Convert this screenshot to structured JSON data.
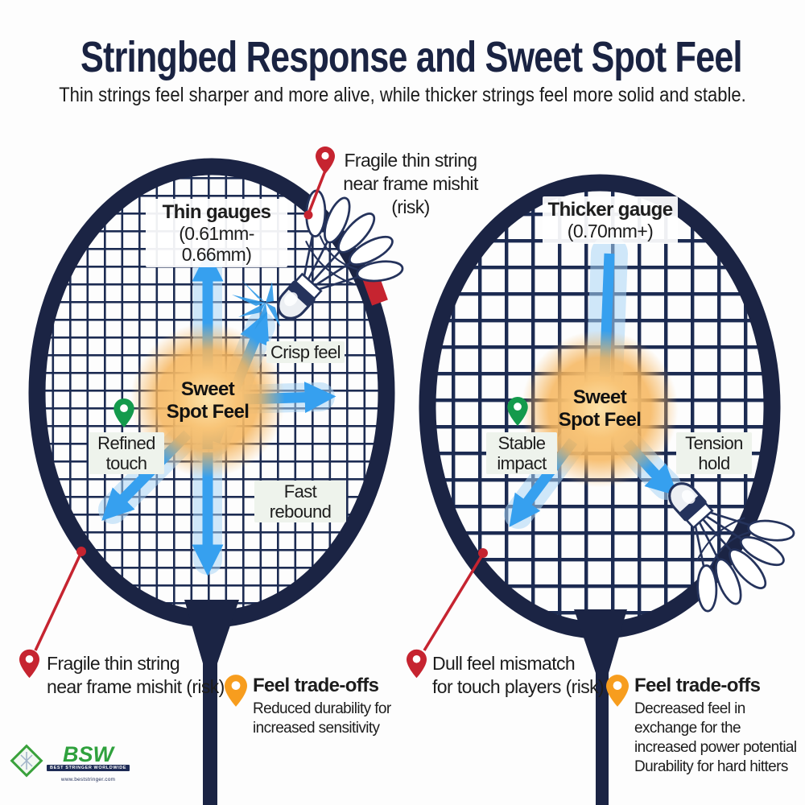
{
  "header": {
    "title": "Stringbed Response and Sweet Spot Feel",
    "subtitle": "Thin strings feel sharper and more alive, while thicker strings feel more solid and stable."
  },
  "left": {
    "gauge_title": "Thin gauges",
    "gauge_range": "(0.61mm-0.66mm)",
    "sweet_line1": "Sweet",
    "sweet_line2": "Spot Feel",
    "crisp": "Crisp feel",
    "refined1": "Refined",
    "refined2": "touch",
    "fast1": "Fast",
    "fast2": "rebound",
    "top_risk1": "Fragile thin string",
    "top_risk2": "near frame mishit",
    "top_risk3": "(risk)",
    "bottom_risk1": "Fragile thin string",
    "bottom_risk2": "near frame mishit (risk)",
    "tradeoff_title": "Feel trade-offs",
    "tradeoff_desc1": "Reduced durability for",
    "tradeoff_desc2": "increased sensitivity"
  },
  "right": {
    "gauge_title": "Thicker gauge",
    "gauge_range": "(0.70mm+)",
    "sweet_line1": "Sweet",
    "sweet_line2": "Spot Feel",
    "stable1": "Stable",
    "stable2": "impact",
    "tension1": "Tension",
    "tension2": "hold",
    "risk1": "Dull feel mismatch",
    "risk2": "for touch players (risk)",
    "tradeoff_title": "Feel trade-offs",
    "tradeoff_desc1": "Decreased feel in",
    "tradeoff_desc2": "exchange for the",
    "tradeoff_desc3": "increased power potential",
    "tradeoff_desc4": "Durability for hard hitters"
  },
  "logo": {
    "abbr": "BSW",
    "name": "BEST STRINGER WORLDWIDE",
    "url": "www.beststringer.com"
  },
  "colors": {
    "frame_navy": "#1b2444",
    "string_navy": "#1c2b52",
    "arrow_blue": "#36a0ef",
    "glow_orange": "#f6b55c",
    "risk_red": "#c62430",
    "pin_green": "#149a4c",
    "pin_orange": "#f79d1e"
  }
}
